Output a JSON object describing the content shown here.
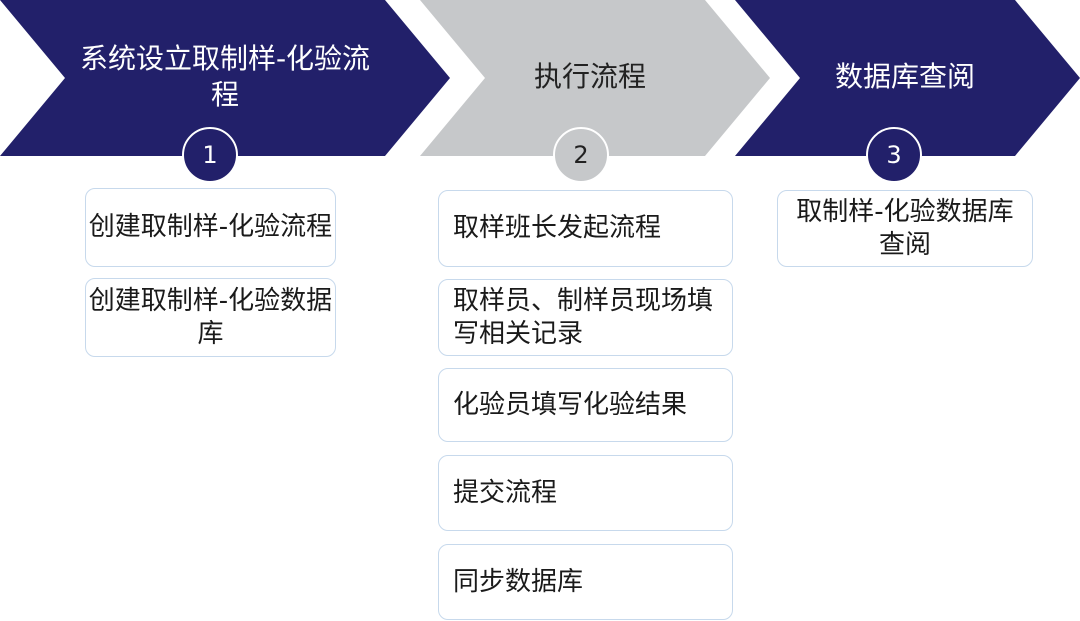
{
  "colors": {
    "dark": "#22206a",
    "light": "#c6c8ca",
    "box_border": "#c7d9ec"
  },
  "stages": [
    {
      "title": "系统设立取制样-化验流程",
      "number": "1",
      "steps": [
        "创建取制样-化验流程",
        "创建取制样-化验数据库"
      ]
    },
    {
      "title": "执行流程",
      "number": "2",
      "steps": [
        "取样班长发起流程",
        "取样员、制样员现场填写相关记录",
        "化验员填写化验结果",
        "提交流程",
        "同步数据库"
      ]
    },
    {
      "title": "数据库查阅",
      "number": "3",
      "steps": [
        "取制样-化验数据库查阅"
      ]
    }
  ]
}
